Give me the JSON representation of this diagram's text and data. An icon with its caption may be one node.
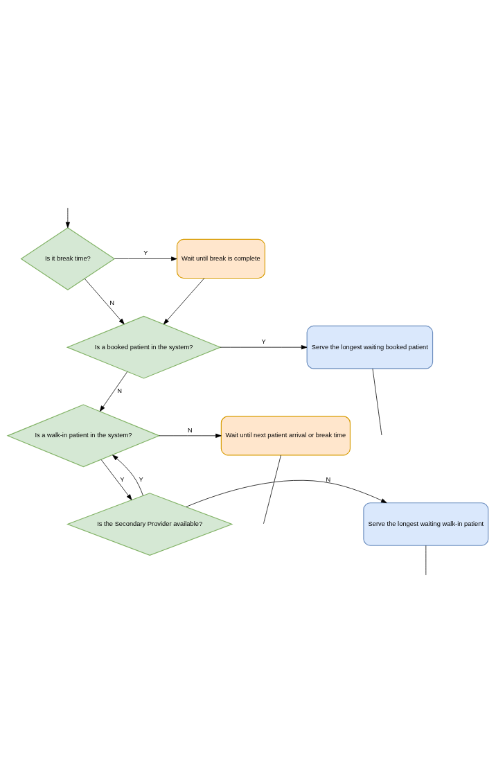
{
  "diagram": {
    "nodes": [
      {
        "text": [
          "Is it break time?"
        ]
      },
      {
        "text": [
          "Wait until break is complete"
        ]
      },
      {
        "text": [
          "Is a booked patient in the system?"
        ]
      },
      {
        "text": [
          "Serve the longest waiting booked patient"
        ]
      },
      {
        "text": [
          "Is a walk-in patient in the system?"
        ]
      },
      {
        "text": [
          "Wait until next patient arrival or break time"
        ]
      },
      {
        "text": [
          "Is the Secondary Provider available?"
        ]
      },
      {
        "text": [
          "Serve the longest waiting walk-in patient"
        ]
      }
    ],
    "edges": [
      {
        "from": null,
        "to": 0,
        "arrow": "to"
      },
      {
        "from": 0,
        "to": 1,
        "arrow": "to",
        "label": "Y"
      },
      {
        "from": 0,
        "to": 2,
        "arrow": "to",
        "label": "N"
      },
      {
        "from": 1,
        "to": 2,
        "arrow": "to"
      },
      {
        "from": 2,
        "to": 3,
        "arrow": "to",
        "label": "Y"
      },
      {
        "from": 3,
        "to": null,
        "arrow": "none"
      },
      {
        "from": 2,
        "to": 4,
        "arrow": "to",
        "label": "N"
      },
      {
        "from": 4,
        "to": 5,
        "arrow": "to",
        "label": "N"
      },
      {
        "from": 5,
        "to": null,
        "arrow": "none"
      },
      {
        "from": 4,
        "to": 6,
        "arrow": "to",
        "label": "Y"
      },
      {
        "from": 6,
        "to": 7,
        "arrow": "to",
        "label": "N"
      },
      {
        "from": 7,
        "to": null,
        "arrow": "none"
      },
      {
        "from": 6,
        "to": 4,
        "arrow": "to",
        "label": "Y"
      }
    ]
  }
}
